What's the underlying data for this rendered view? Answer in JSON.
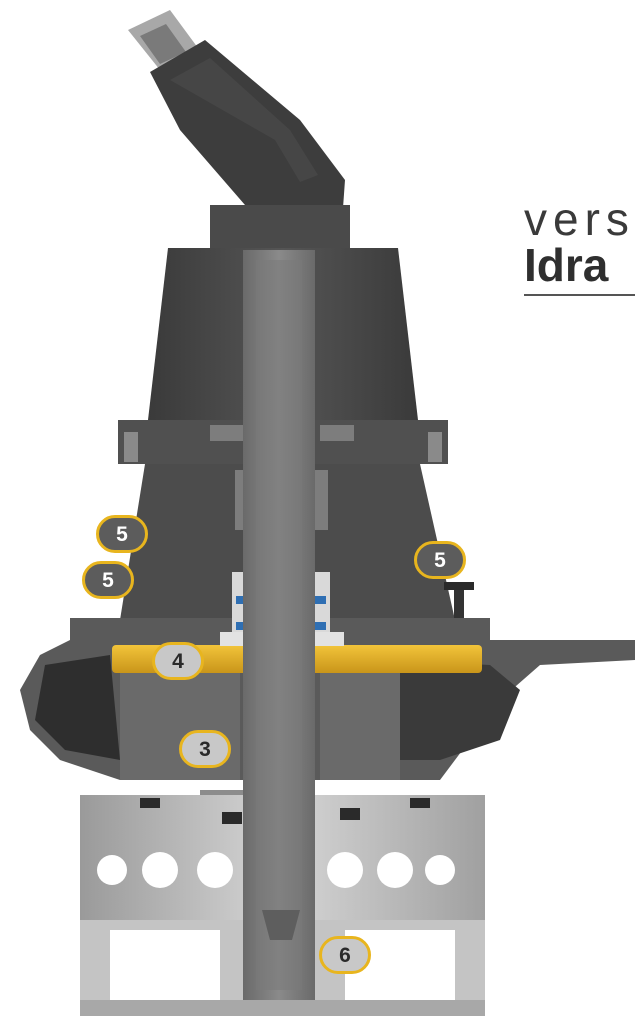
{
  "heading": {
    "line1": "vers",
    "line2": "Idra"
  },
  "callouts": [
    {
      "id": "c5a",
      "label": "5"
    },
    {
      "id": "c5b",
      "label": "5"
    },
    {
      "id": "c5c",
      "label": "5"
    },
    {
      "id": "c4",
      "label": "4"
    },
    {
      "id": "c3",
      "label": "3"
    },
    {
      "id": "c6",
      "label": "6"
    }
  ],
  "colors": {
    "callout_ring": "#e8b51e",
    "gasket": "#e5b11f",
    "seal_blue": "#2f6fb3",
    "body_dark": "#444444"
  }
}
